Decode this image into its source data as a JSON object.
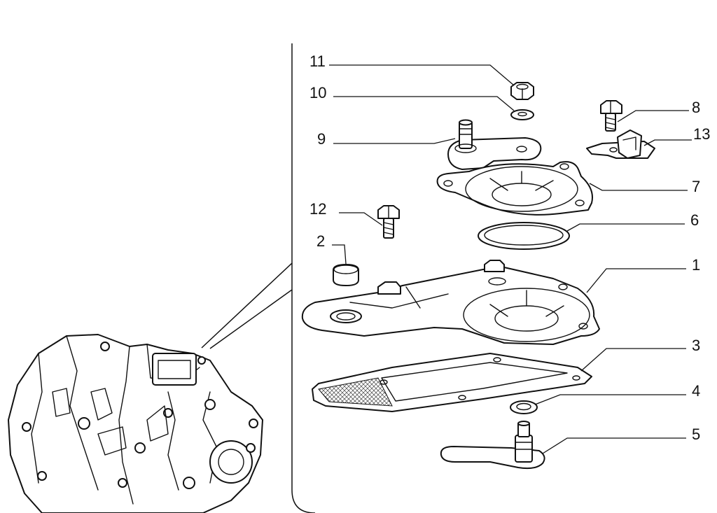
{
  "callouts": [
    {
      "id": "c1",
      "text": "1"
    },
    {
      "id": "c2",
      "text": "2"
    },
    {
      "id": "c3",
      "text": "3"
    },
    {
      "id": "c4",
      "text": "4"
    },
    {
      "id": "c5",
      "text": "5"
    },
    {
      "id": "c6",
      "text": "6"
    },
    {
      "id": "c7",
      "text": "7"
    },
    {
      "id": "c8",
      "text": "8"
    },
    {
      "id": "c9",
      "text": "9"
    },
    {
      "id": "c10",
      "text": "10"
    },
    {
      "id": "c11",
      "text": "11"
    },
    {
      "id": "c12",
      "text": "12"
    },
    {
      "id": "c13",
      "text": "13"
    }
  ]
}
